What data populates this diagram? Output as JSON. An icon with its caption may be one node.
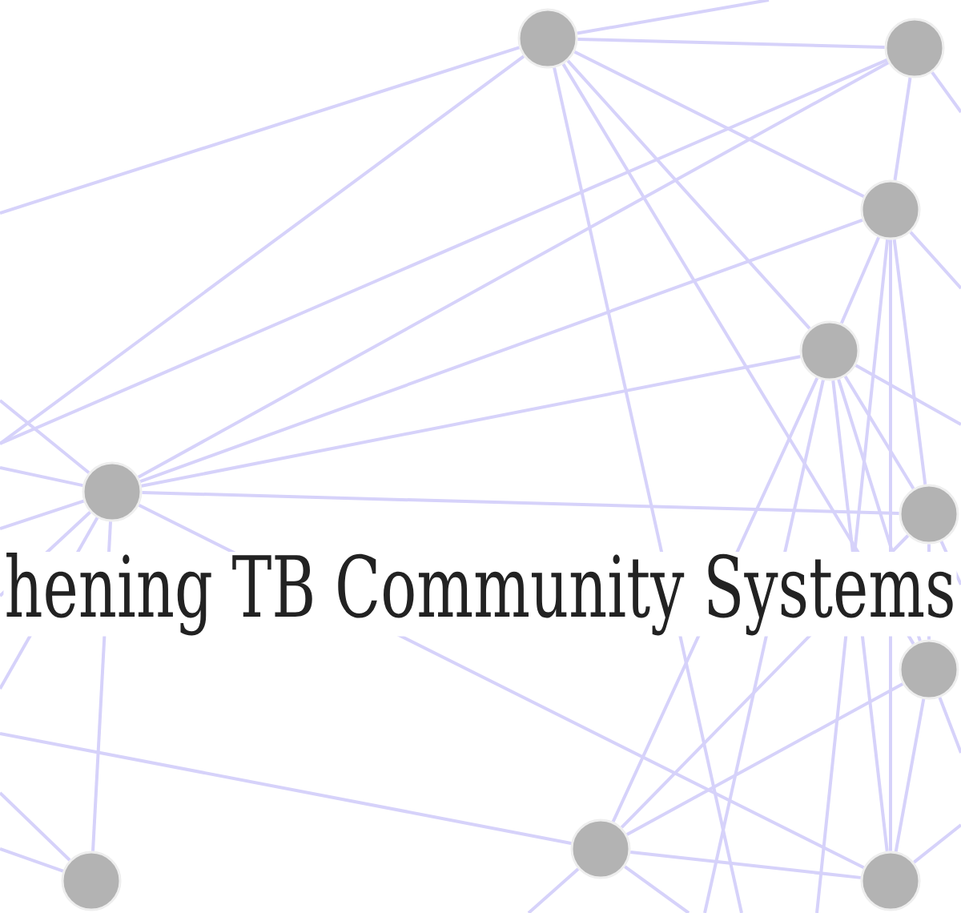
{
  "diagram": {
    "title": "hening TB Community Systems",
    "nodes": [
      {
        "text": [],
        "shape": "circle"
      },
      {
        "text": [],
        "shape": "circle"
      },
      {
        "text": [],
        "shape": "circle"
      },
      {
        "text": [],
        "shape": "circle"
      },
      {
        "text": [],
        "shape": "circle"
      },
      {
        "text": [],
        "shape": "circle"
      },
      {
        "text": [],
        "shape": "circle"
      },
      {
        "text": [],
        "shape": "circle"
      },
      {
        "text": [],
        "shape": "circle"
      },
      {
        "text": [],
        "shape": "circle"
      }
    ],
    "edges": [
      {
        "from": 0,
        "to": 1,
        "arrow": "none"
      },
      {
        "from": 0,
        "to": 2,
        "arrow": "none"
      },
      {
        "from": 0,
        "to": 3,
        "arrow": "none"
      },
      {
        "from": 0,
        "to": 6,
        "arrow": "none"
      },
      {
        "from": 1,
        "to": 2,
        "arrow": "none"
      },
      {
        "from": 1,
        "to": 4,
        "arrow": "none"
      },
      {
        "from": 2,
        "to": 3,
        "arrow": "none"
      },
      {
        "from": 2,
        "to": 5,
        "arrow": "none"
      },
      {
        "from": 3,
        "to": 5,
        "arrow": "none"
      },
      {
        "from": 3,
        "to": 6,
        "arrow": "none"
      },
      {
        "from": 3,
        "to": 7,
        "arrow": "none"
      },
      {
        "from": 3,
        "to": 9,
        "arrow": "none"
      },
      {
        "from": 4,
        "to": 5,
        "arrow": "none"
      },
      {
        "from": 4,
        "to": 9,
        "arrow": "none"
      },
      {
        "from": 4,
        "to": 8,
        "arrow": "none"
      },
      {
        "from": 4,
        "to": 3,
        "arrow": "none"
      },
      {
        "from": 4,
        "to": 2,
        "arrow": "none"
      },
      {
        "from": 5,
        "to": 6,
        "arrow": "none"
      },
      {
        "from": 6,
        "to": 9,
        "arrow": "none"
      },
      {
        "from": 7,
        "to": 9,
        "arrow": "none"
      },
      {
        "from": 7,
        "to": 5,
        "arrow": "none"
      },
      {
        "from": 7,
        "to": 6,
        "arrow": "none"
      },
      {
        "from": 2,
        "to": 9,
        "arrow": "none"
      },
      {
        "from": null,
        "to": 0,
        "arrow": "none"
      },
      {
        "from": null,
        "to": 0,
        "arrow": "none"
      },
      {
        "from": null,
        "to": 1,
        "arrow": "none"
      },
      {
        "from": null,
        "to": 4,
        "arrow": "none"
      },
      {
        "from": null,
        "to": 4,
        "arrow": "none"
      },
      {
        "from": null,
        "to": 4,
        "arrow": "none"
      },
      {
        "from": null,
        "to": 4,
        "arrow": "none"
      },
      {
        "from": null,
        "to": 4,
        "arrow": "none"
      },
      {
        "from": null,
        "to": 8,
        "arrow": "none"
      },
      {
        "from": null,
        "to": 8,
        "arrow": "none"
      },
      {
        "from": null,
        "to": 7,
        "arrow": "none"
      },
      {
        "from": null,
        "to": 7,
        "arrow": "none"
      },
      {
        "from": null,
        "to": 7,
        "arrow": "none"
      },
      {
        "from": null,
        "to": 9,
        "arrow": "none"
      },
      {
        "from": null,
        "to": 0,
        "arrow": "none"
      },
      {
        "from": null,
        "to": 1,
        "arrow": "none"
      },
      {
        "from": null,
        "to": 2,
        "arrow": "none"
      },
      {
        "from": null,
        "to": 3,
        "arrow": "none"
      },
      {
        "from": null,
        "to": 6,
        "arrow": "none"
      },
      {
        "from": null,
        "to": 5,
        "arrow": "none"
      },
      {
        "from": null,
        "to": 3,
        "arrow": "none"
      },
      {
        "from": null,
        "to": 0,
        "arrow": "none"
      },
      {
        "from": null,
        "to": 2,
        "arrow": "none"
      }
    ]
  }
}
